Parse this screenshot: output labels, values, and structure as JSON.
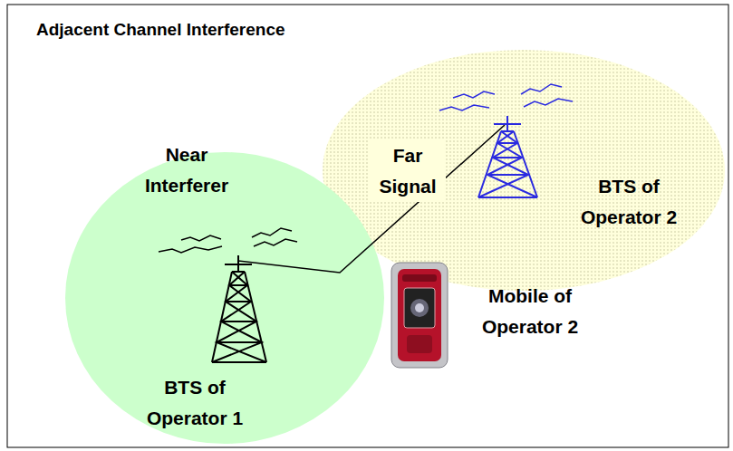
{
  "diagram": {
    "title": "Adjacent Channel Interference",
    "nodes": [
      {
        "text": [
          "Near Interferer",
          "BTS of Operator 1"
        ]
      },
      {
        "text": [
          "BTS of Operator 2"
        ]
      }
    ],
    "labels": [
      "Far Signal",
      "Mobile of Operator 2"
    ]
  }
}
